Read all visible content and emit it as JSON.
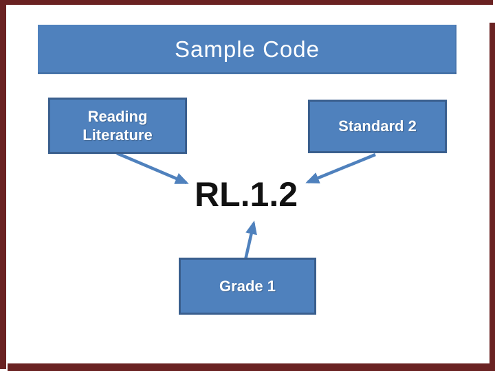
{
  "slide": {
    "title": "Sample Code"
  },
  "frame": {
    "color": "#6a2222"
  },
  "colors": {
    "header_fill": "#4f81bd",
    "box_fill": "#4f81bd",
    "box_border": "#3a5f8e",
    "arrow": "#4f81bd",
    "code_text_color": "#121212",
    "label_text_color": "#ffffff"
  },
  "diagram": {
    "center_code": "RL.1.2",
    "boxes": {
      "reading_literature": {
        "lines": [
          "Reading",
          "Literature"
        ]
      },
      "standard_2": {
        "label": "Standard 2"
      },
      "grade_1": {
        "label": "Grade 1"
      }
    }
  }
}
